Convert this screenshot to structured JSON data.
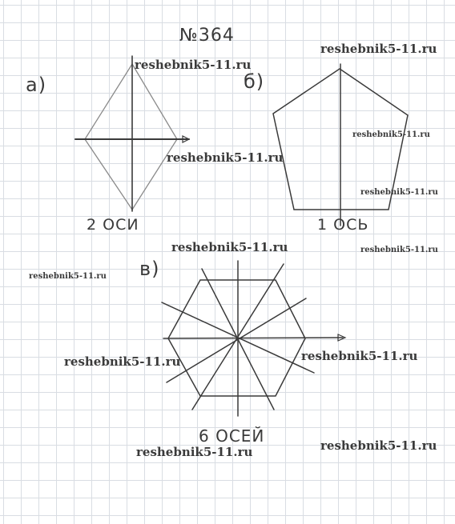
{
  "problem_number": "№364",
  "parts": {
    "a": {
      "label": "а)",
      "caption": "2 оси"
    },
    "b": {
      "label": "б)",
      "caption": "1 ось"
    },
    "c": {
      "label": "в)",
      "caption": "6 осей"
    }
  },
  "watermarks": [
    "reshebnik5-11.ru",
    "reshebnik5-11.ru",
    "reshebnik5-11.ru",
    "reshebnik5-11.ru",
    "reshebnik5-11.ru",
    "reshebnik5-11.ru",
    "reshebnik5-11.ru",
    "reshebnik5-11.ru",
    "reshebnik5-11.ru",
    "reshebnik5-11.ru",
    "reshebnik5-11.ru"
  ]
}
